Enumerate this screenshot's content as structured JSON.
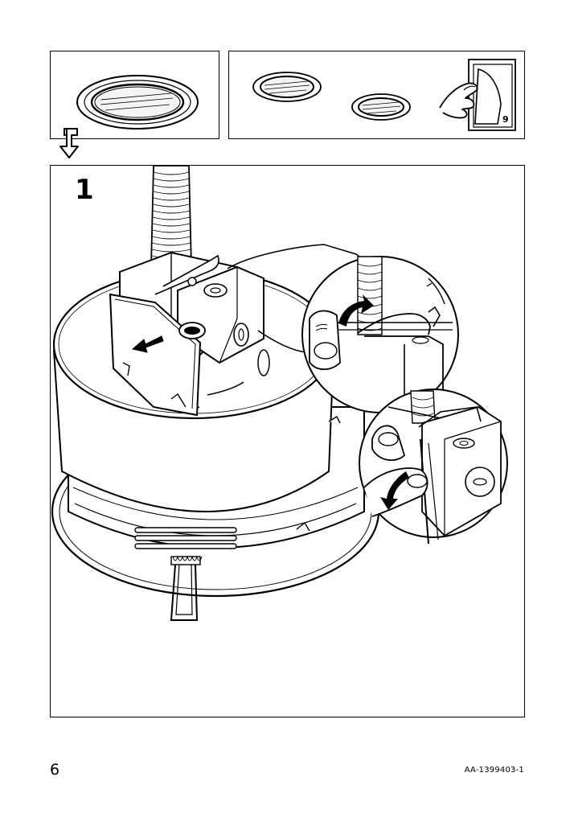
{
  "page": {
    "number": "6",
    "doc_code": "AA-1399403-1"
  },
  "step": {
    "number": "1"
  },
  "reference": {
    "page": "9"
  },
  "icons": {
    "down_arrow": "hollow-down-arrow-icon",
    "page_turn": "page-turn-hand-icon",
    "move_arrow": "filled-arrow-icon"
  }
}
